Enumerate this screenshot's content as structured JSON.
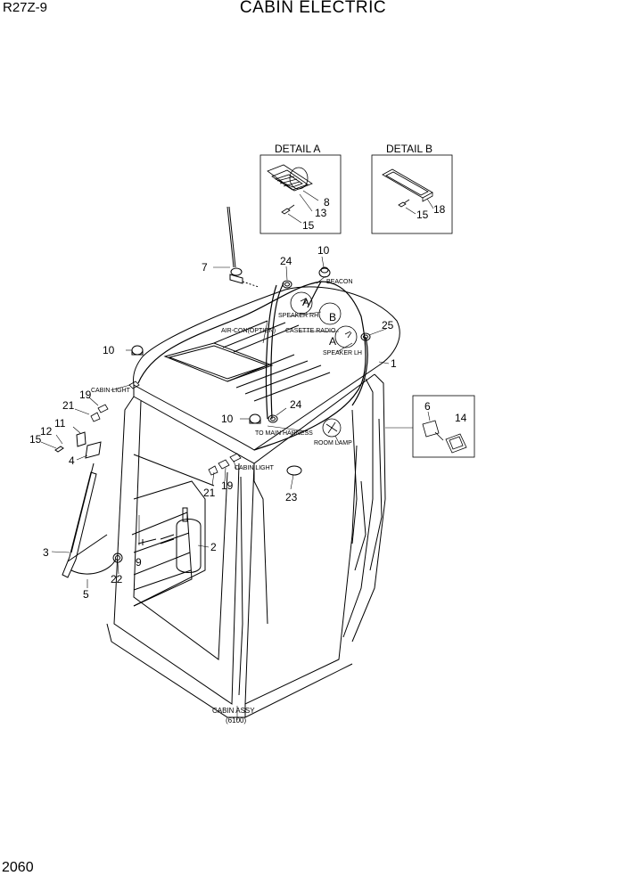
{
  "header": {
    "model": "R27Z-9",
    "title": "CABIN ELECTRIC"
  },
  "footer": {
    "page_number": "2060"
  },
  "details": {
    "a_title": "DETAIL A",
    "b_title": "DETAIL B",
    "a_parts": [
      "8",
      "13",
      "15"
    ],
    "b_parts": [
      "15",
      "18"
    ]
  },
  "callouts": {
    "p1": "1",
    "p2": "2",
    "p3": "3",
    "p4": "4",
    "p5": "5",
    "p6": "6",
    "p7": "7",
    "p9": "9",
    "p10a": "10",
    "p10b": "10",
    "p10c": "10",
    "p11": "11",
    "p12": "12",
    "p14": "14",
    "p15": "15",
    "p19a": "19",
    "p19b": "19",
    "p21a": "21",
    "p21b": "21",
    "p22": "22",
    "p23": "23",
    "p24a": "24",
    "p24b": "24",
    "p25": "25",
    "refA1": "A",
    "refA2": "A",
    "refB": "B"
  },
  "labels": {
    "beacon": "BEACON",
    "speaker_rh": "SPEAKER RH",
    "air_con": "AIR-CON(OPTION)",
    "casette_radio": "CASETTE RADIO",
    "speaker_lh": "SPEAKER LH",
    "cabin_light_1": "CABIN LIGHT",
    "cabin_light_2": "CABIN LIGHT",
    "to_main_harness": "TO MAIN HARNESS",
    "room_lamp": "ROOM LAMP",
    "cabin_assy": "CABIN ASSY",
    "cabin_assy_code": "(6100)"
  }
}
